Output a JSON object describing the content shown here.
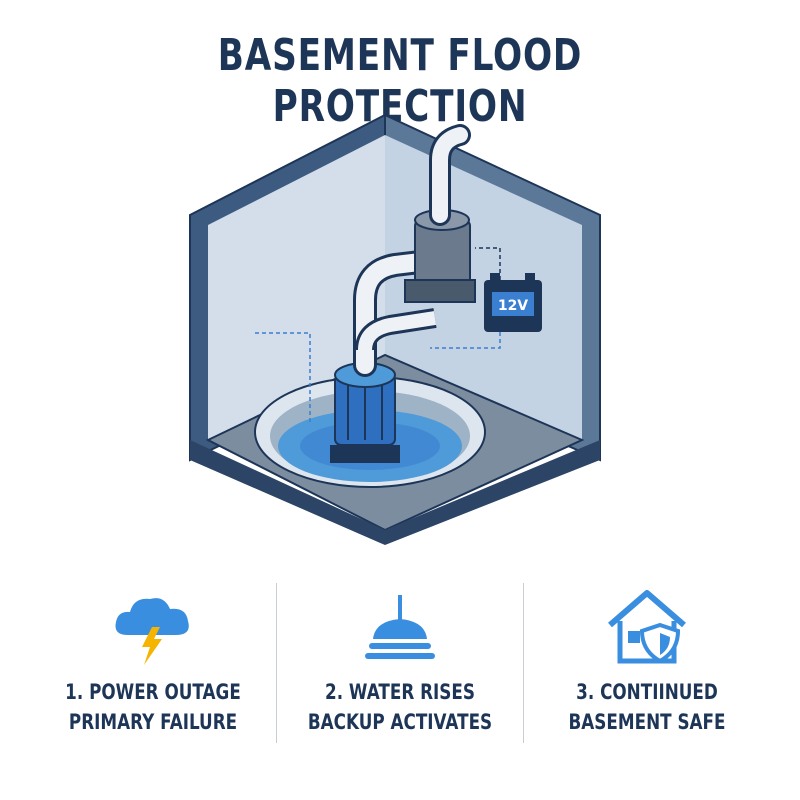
{
  "title": "BASEMENT FLOOD PROTECTION",
  "battery_label": "12V",
  "colors": {
    "navy": "#1d3557",
    "accent_blue": "#3a7fd0",
    "water": "#4f9ad8",
    "pipe": "#e9eef4",
    "icon_yellow": "#f4b400"
  },
  "steps": [
    {
      "line1": "1. POWER OUTAGE",
      "line2": "PRIMARY FAILURE",
      "icon": "storm-cloud-icon"
    },
    {
      "line1": "2. WATER RISES",
      "line2": "BACKUP ACTIVATES",
      "icon": "float-switch-icon"
    },
    {
      "line1": "3. CONTIINUED",
      "line2": "BASEMENT SAFE",
      "icon": "house-shield-icon"
    }
  ]
}
